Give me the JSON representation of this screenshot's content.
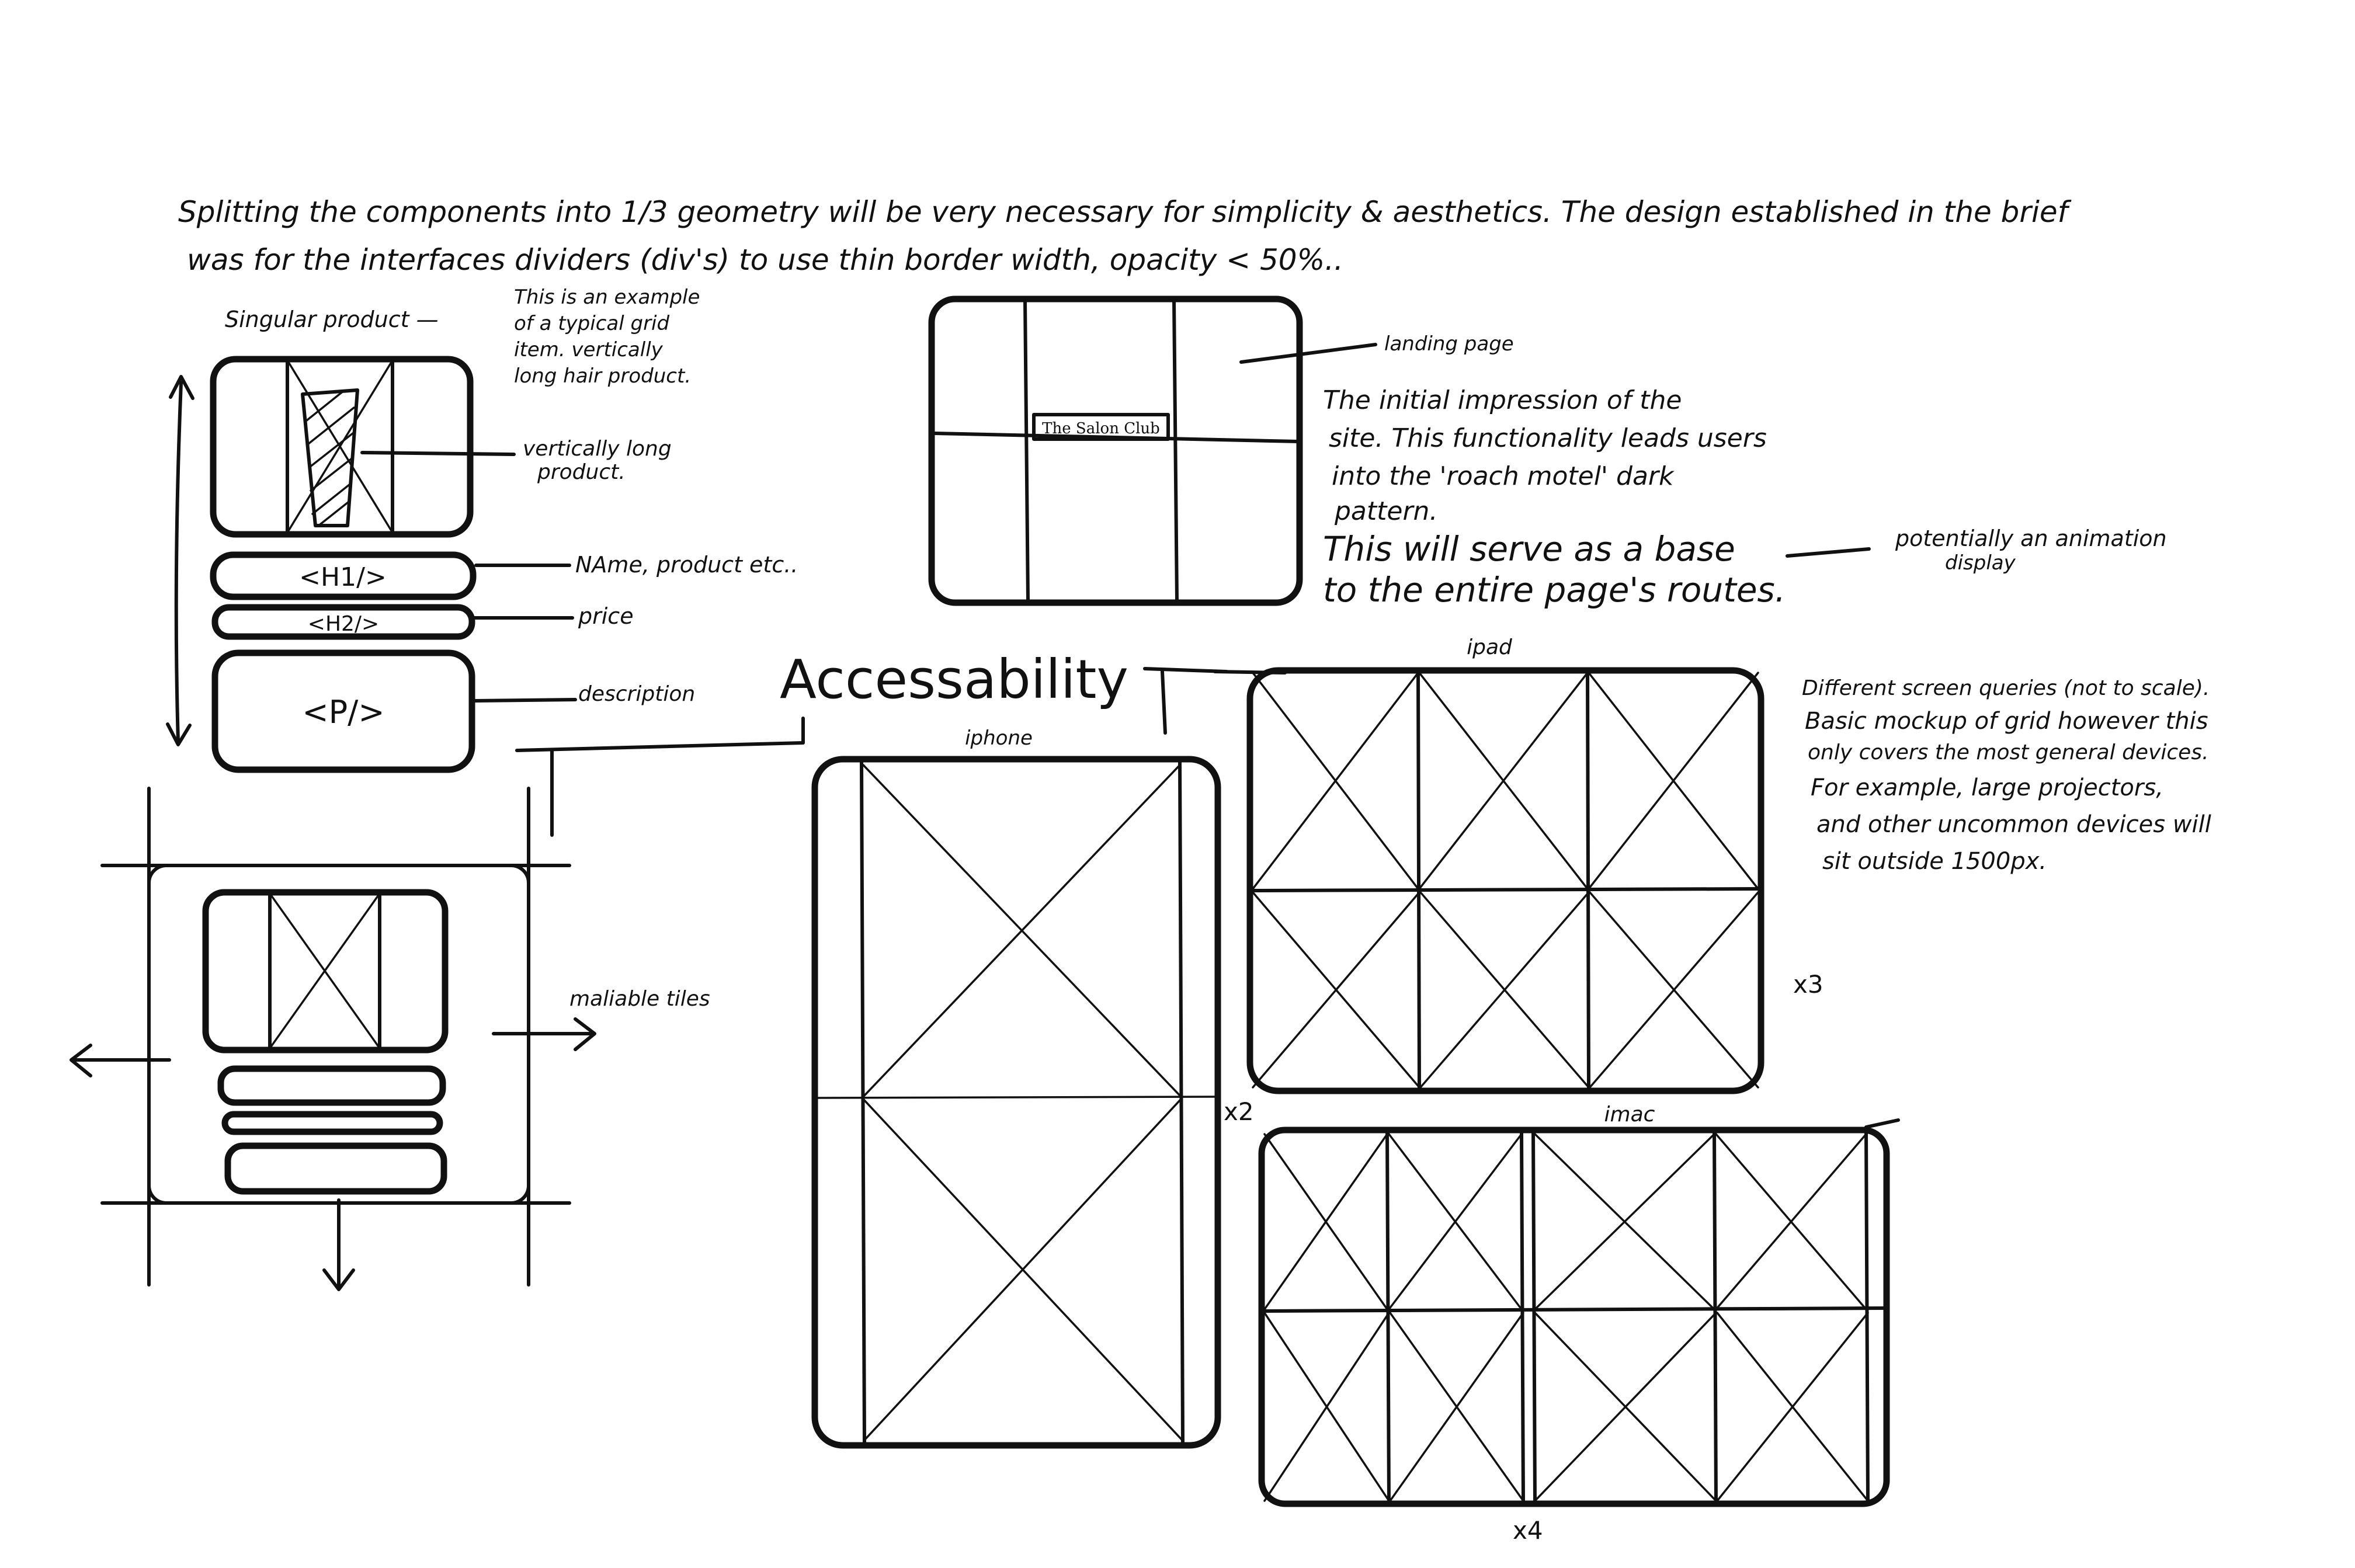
{
  "intro": {
    "line1": "Splitting the components into 1/3 geometry will be very necessary for simplicity & aesthetics. The design established in the brief",
    "line2": "was for the interfaces dividers (div's) to use thin border width, opacity < 50%.."
  },
  "product": {
    "title": "Singular product —",
    "note": [
      "This is an example",
      "of a typical grid",
      "item. vertically",
      "long hair product."
    ],
    "vertical_label": [
      "vertically long",
      "product."
    ],
    "h1_tag": "<H1/>",
    "h1_label": "NAme, product etc..",
    "h2_tag": "<H2/>",
    "h2_label": "price",
    "p_tag": "<P/>",
    "p_label": "description"
  },
  "tiles": {
    "label": "maliable tiles"
  },
  "landing": {
    "brand": "The Salon Club",
    "label": "landing page",
    "note": [
      "The initial impression of the",
      "site. This functionality leads users",
      "into the 'roach motel' dark",
      "pattern."
    ],
    "base_note": [
      "This will serve as a base",
      "to the entire page's routes."
    ],
    "animation": [
      "potentially an animation",
      "display"
    ]
  },
  "accessibility": {
    "heading": "Accessability"
  },
  "devices": {
    "iphone": {
      "label": "iphone",
      "multiplier": "x2"
    },
    "ipad": {
      "label": "ipad",
      "multiplier": "x3"
    },
    "imac": {
      "label": "imac",
      "multiplier": "x4"
    },
    "note": [
      "Different screen queries (not to scale).",
      "Basic mockup of grid however this",
      "only covers the most general devices.",
      "For example, large projectors,",
      "and other uncommon devices will",
      "sit outside 1500px."
    ]
  }
}
